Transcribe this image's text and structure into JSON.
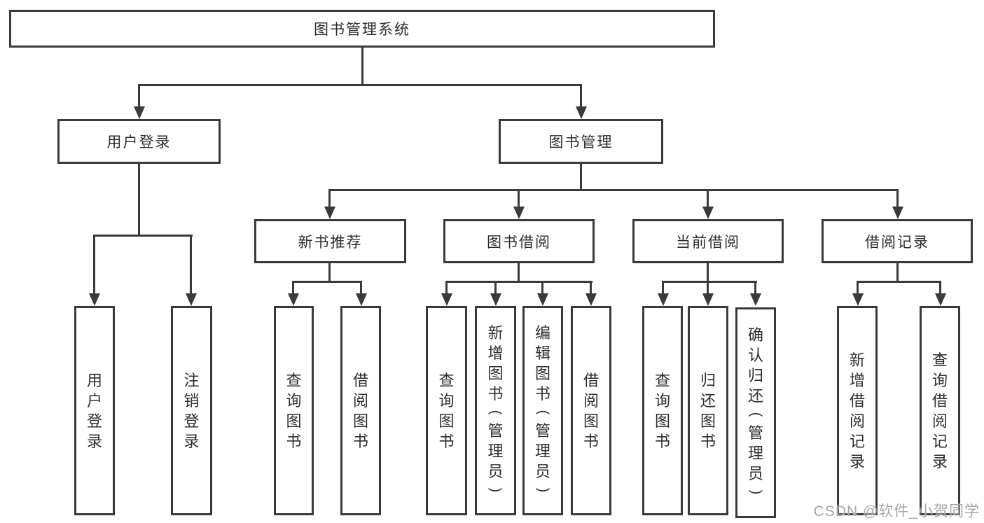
{
  "colors": {
    "line": "#3a3a3a",
    "text": "#2e2e2e",
    "background": "#ffffff",
    "watermark": "#9e9e9e"
  },
  "watermark": "CSDN @软件_小贺同学",
  "tree": {
    "root": {
      "label": "图书管理系统"
    },
    "branches": [
      {
        "label": "用户登录",
        "leaves": [
          {
            "label": "用户登录"
          },
          {
            "label": "注销登录"
          }
        ]
      },
      {
        "label": "图书管理",
        "children": [
          {
            "label": "新书推荐",
            "leaves": [
              {
                "label": "查询图书"
              },
              {
                "label": "借阅图书"
              }
            ]
          },
          {
            "label": "图书借阅",
            "leaves": [
              {
                "label": "查询图书"
              },
              {
                "label": "新增图书（管理员）"
              },
              {
                "label": "编辑图书（管理员）"
              },
              {
                "label": "借阅图书"
              }
            ]
          },
          {
            "label": "当前借阅",
            "leaves": [
              {
                "label": "查询图书"
              },
              {
                "label": "归还图书"
              },
              {
                "label": "确认归还（管理员）"
              }
            ]
          },
          {
            "label": "借阅记录",
            "leaves": [
              {
                "label": "新增借阅记录"
              },
              {
                "label": "查询借阅记录"
              }
            ]
          }
        ]
      }
    ]
  }
}
